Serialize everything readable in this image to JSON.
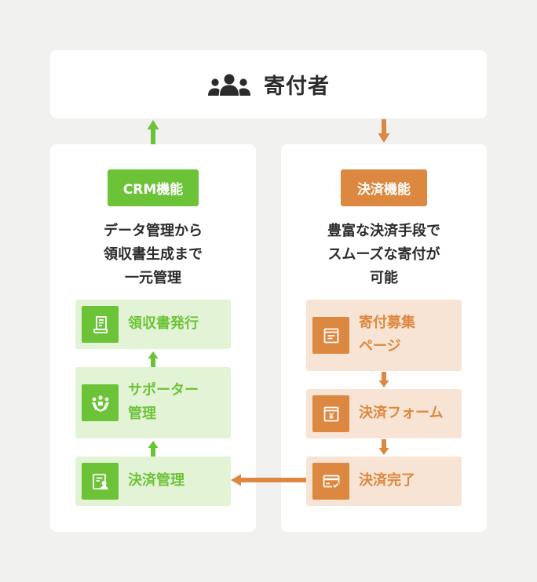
{
  "donor": {
    "title": "寄付者",
    "icon": "people-icon"
  },
  "crm": {
    "badge": "CRM機能",
    "desc": [
      "データ管理から",
      "領収書生成まで",
      "一元管理"
    ],
    "color": "#6dc338",
    "light": "#e3f4d6",
    "items": [
      {
        "lines": [
          "領収書発行"
        ],
        "icon": "receipt-icon"
      },
      {
        "lines": [
          "サポーター",
          "管理"
        ],
        "icon": "supporters-icon"
      },
      {
        "lines": [
          "決済管理"
        ],
        "icon": "payment-management-icon"
      }
    ]
  },
  "payment": {
    "badge": "決済機能",
    "desc": [
      "豊富な決済手段で",
      "スムーズな寄付が",
      "可能"
    ],
    "color": "#dd8840",
    "light": "#f8e4d4",
    "items": [
      {
        "lines": [
          "寄付募集",
          "ページ"
        ],
        "icon": "donation-page-icon"
      },
      {
        "lines": [
          "決済フォーム"
        ],
        "icon": "payment-form-icon"
      },
      {
        "lines": [
          "決済完了"
        ],
        "icon": "payment-complete-icon"
      }
    ]
  }
}
